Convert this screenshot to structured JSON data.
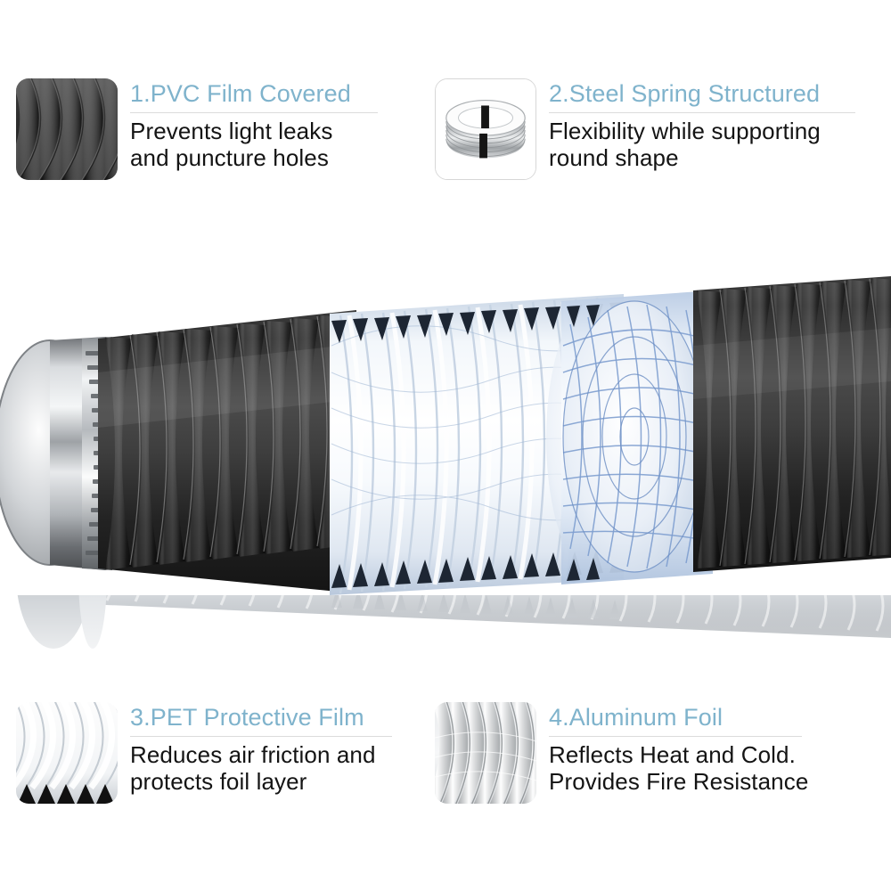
{
  "page": {
    "background_color": "#ffffff",
    "accent_color": "#7fb3cc",
    "body_text_color": "#141414",
    "rule_color": "#dcdcdc"
  },
  "features": [
    {
      "number": "1.",
      "heading": "1.PVC Film Covered",
      "description": "Prevents light leaks\nand puncture holes",
      "thumbnail": "black-ribbed-pvc-film-thumbnail",
      "position": "top-left"
    },
    {
      "number": "2.",
      "heading": "2.Steel Spring Structured",
      "description": "Flexibility while supporting\nround shape",
      "thumbnail": "steel-spring-coil-thumbnail",
      "position": "top-right"
    },
    {
      "number": "3.",
      "heading": "3.PET Protective Film",
      "description": "Reduces air friction and\nprotects foil layer",
      "thumbnail": "pet-protective-film-thumbnail",
      "position": "bottom-left"
    },
    {
      "number": "4.",
      "heading": "4.Aluminum Foil",
      "description": "Reflects Heat and Cold.\nProvides Fire Resistance",
      "thumbnail": "aluminum-foil-thumbnail",
      "position": "bottom-right"
    }
  ],
  "hero": {
    "name": "flexible-air-duct-cutaway",
    "segments": [
      {
        "name": "metal-collar-with-clamp",
        "color": "#b9bcc0"
      },
      {
        "name": "black-pvc-outer-jacket",
        "color": "#2b2b2b"
      },
      {
        "name": "pet-film-cutaway",
        "color": "#eef2f7"
      },
      {
        "name": "aluminum-foil-scrim-mesh",
        "color": "#c3d4e8"
      },
      {
        "name": "black-pvc-outer-jacket-right",
        "color": "#2b2b2b"
      }
    ],
    "reflection": "mirrored-duct-reflection"
  }
}
